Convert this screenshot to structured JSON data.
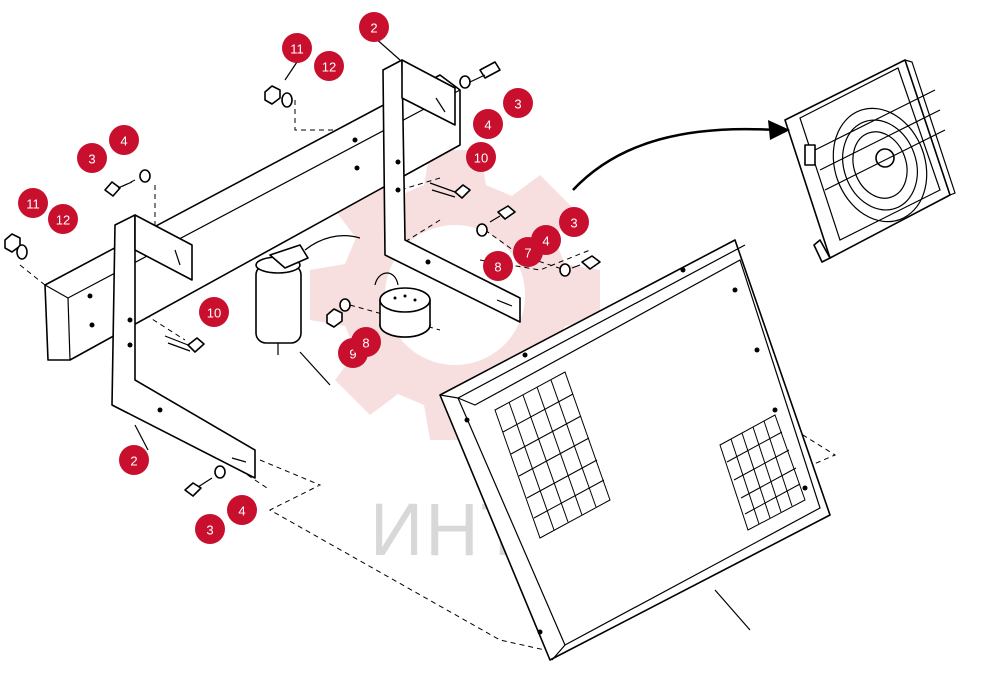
{
  "watermark": {
    "text": "ИНТЕХ",
    "color": "#d8d8d8",
    "gear_color": "#f2c4c4"
  },
  "callout_color": "#c8102e",
  "callouts": [
    {
      "id": "c-2-top",
      "label": "2"
    },
    {
      "id": "c-11-top",
      "label": "11"
    },
    {
      "id": "c-12-top",
      "label": "12"
    },
    {
      "id": "c-3-top",
      "label": "3"
    },
    {
      "id": "c-4-top",
      "label": "4"
    },
    {
      "id": "c-10-right",
      "label": "10"
    },
    {
      "id": "c-3-left",
      "label": "3"
    },
    {
      "id": "c-4-left",
      "label": "4"
    },
    {
      "id": "c-11-left",
      "label": "11"
    },
    {
      "id": "c-12-left",
      "label": "12"
    },
    {
      "id": "c-10-left",
      "label": "10"
    },
    {
      "id": "c-8",
      "label": "8"
    },
    {
      "id": "c-7",
      "label": "7"
    },
    {
      "id": "c-4-mid",
      "label": "4"
    },
    {
      "id": "c-3-mid",
      "label": "3"
    },
    {
      "id": "c-9",
      "label": "9"
    },
    {
      "id": "c-8-partial",
      "label": "8"
    },
    {
      "id": "c-2-bottom",
      "label": "2"
    },
    {
      "id": "c-3-bottom",
      "label": "3"
    },
    {
      "id": "c-4-bottom",
      "label": "4"
    }
  ]
}
